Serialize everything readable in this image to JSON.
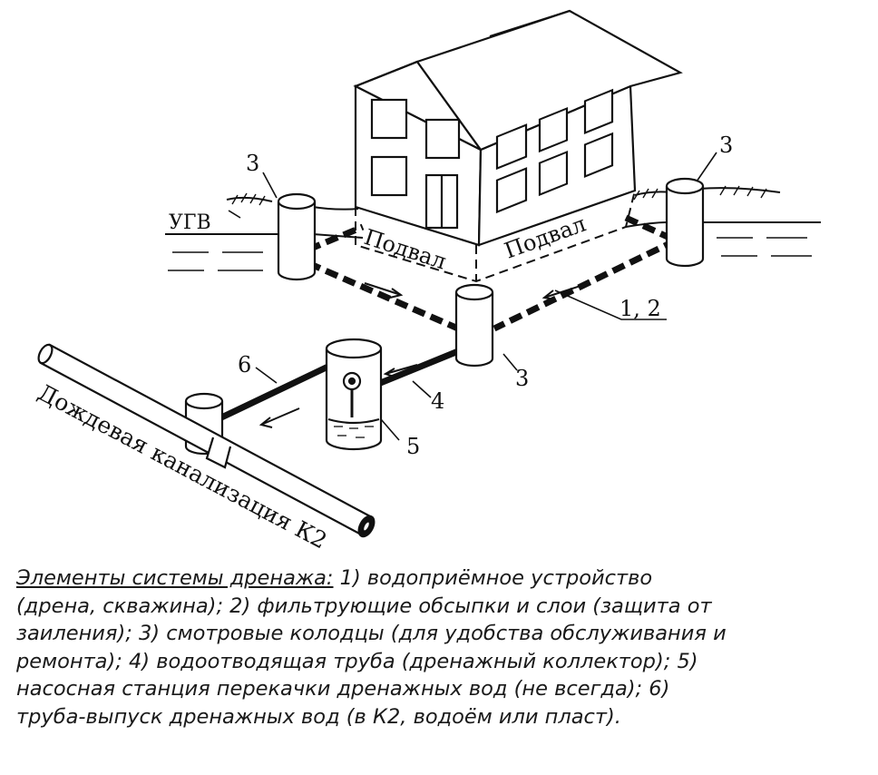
{
  "labels": {
    "ugv": "УГВ",
    "basement_left": "Подвал",
    "basement_right": "Подвал",
    "well_left": "3",
    "well_right": "3",
    "well_center": "3",
    "pipe_1_2": "1, 2",
    "pipe_4": "4",
    "pump_5": "5",
    "outlet_6": "6",
    "storm_sewer": "Дождевая канализация К2"
  },
  "caption": {
    "heading": "Элементы системы дренажа:",
    "line1": " 1) водоприёмное устройство",
    "line2": "(дрена, скважина); 2) фильтрующие обсыпки и слои (защита от",
    "line3": "заиления); 3) смотровые колодцы (для удобства обслуживания и",
    "line4": "ремонта); 4) водоотводящая труба (дренажный коллектор); 5)",
    "line5": "насосная станция перекачки дренажных вод (не всегда); 6)",
    "line6": "труба-выпуск дренажных вод (в К2, водоём или пласт)."
  }
}
